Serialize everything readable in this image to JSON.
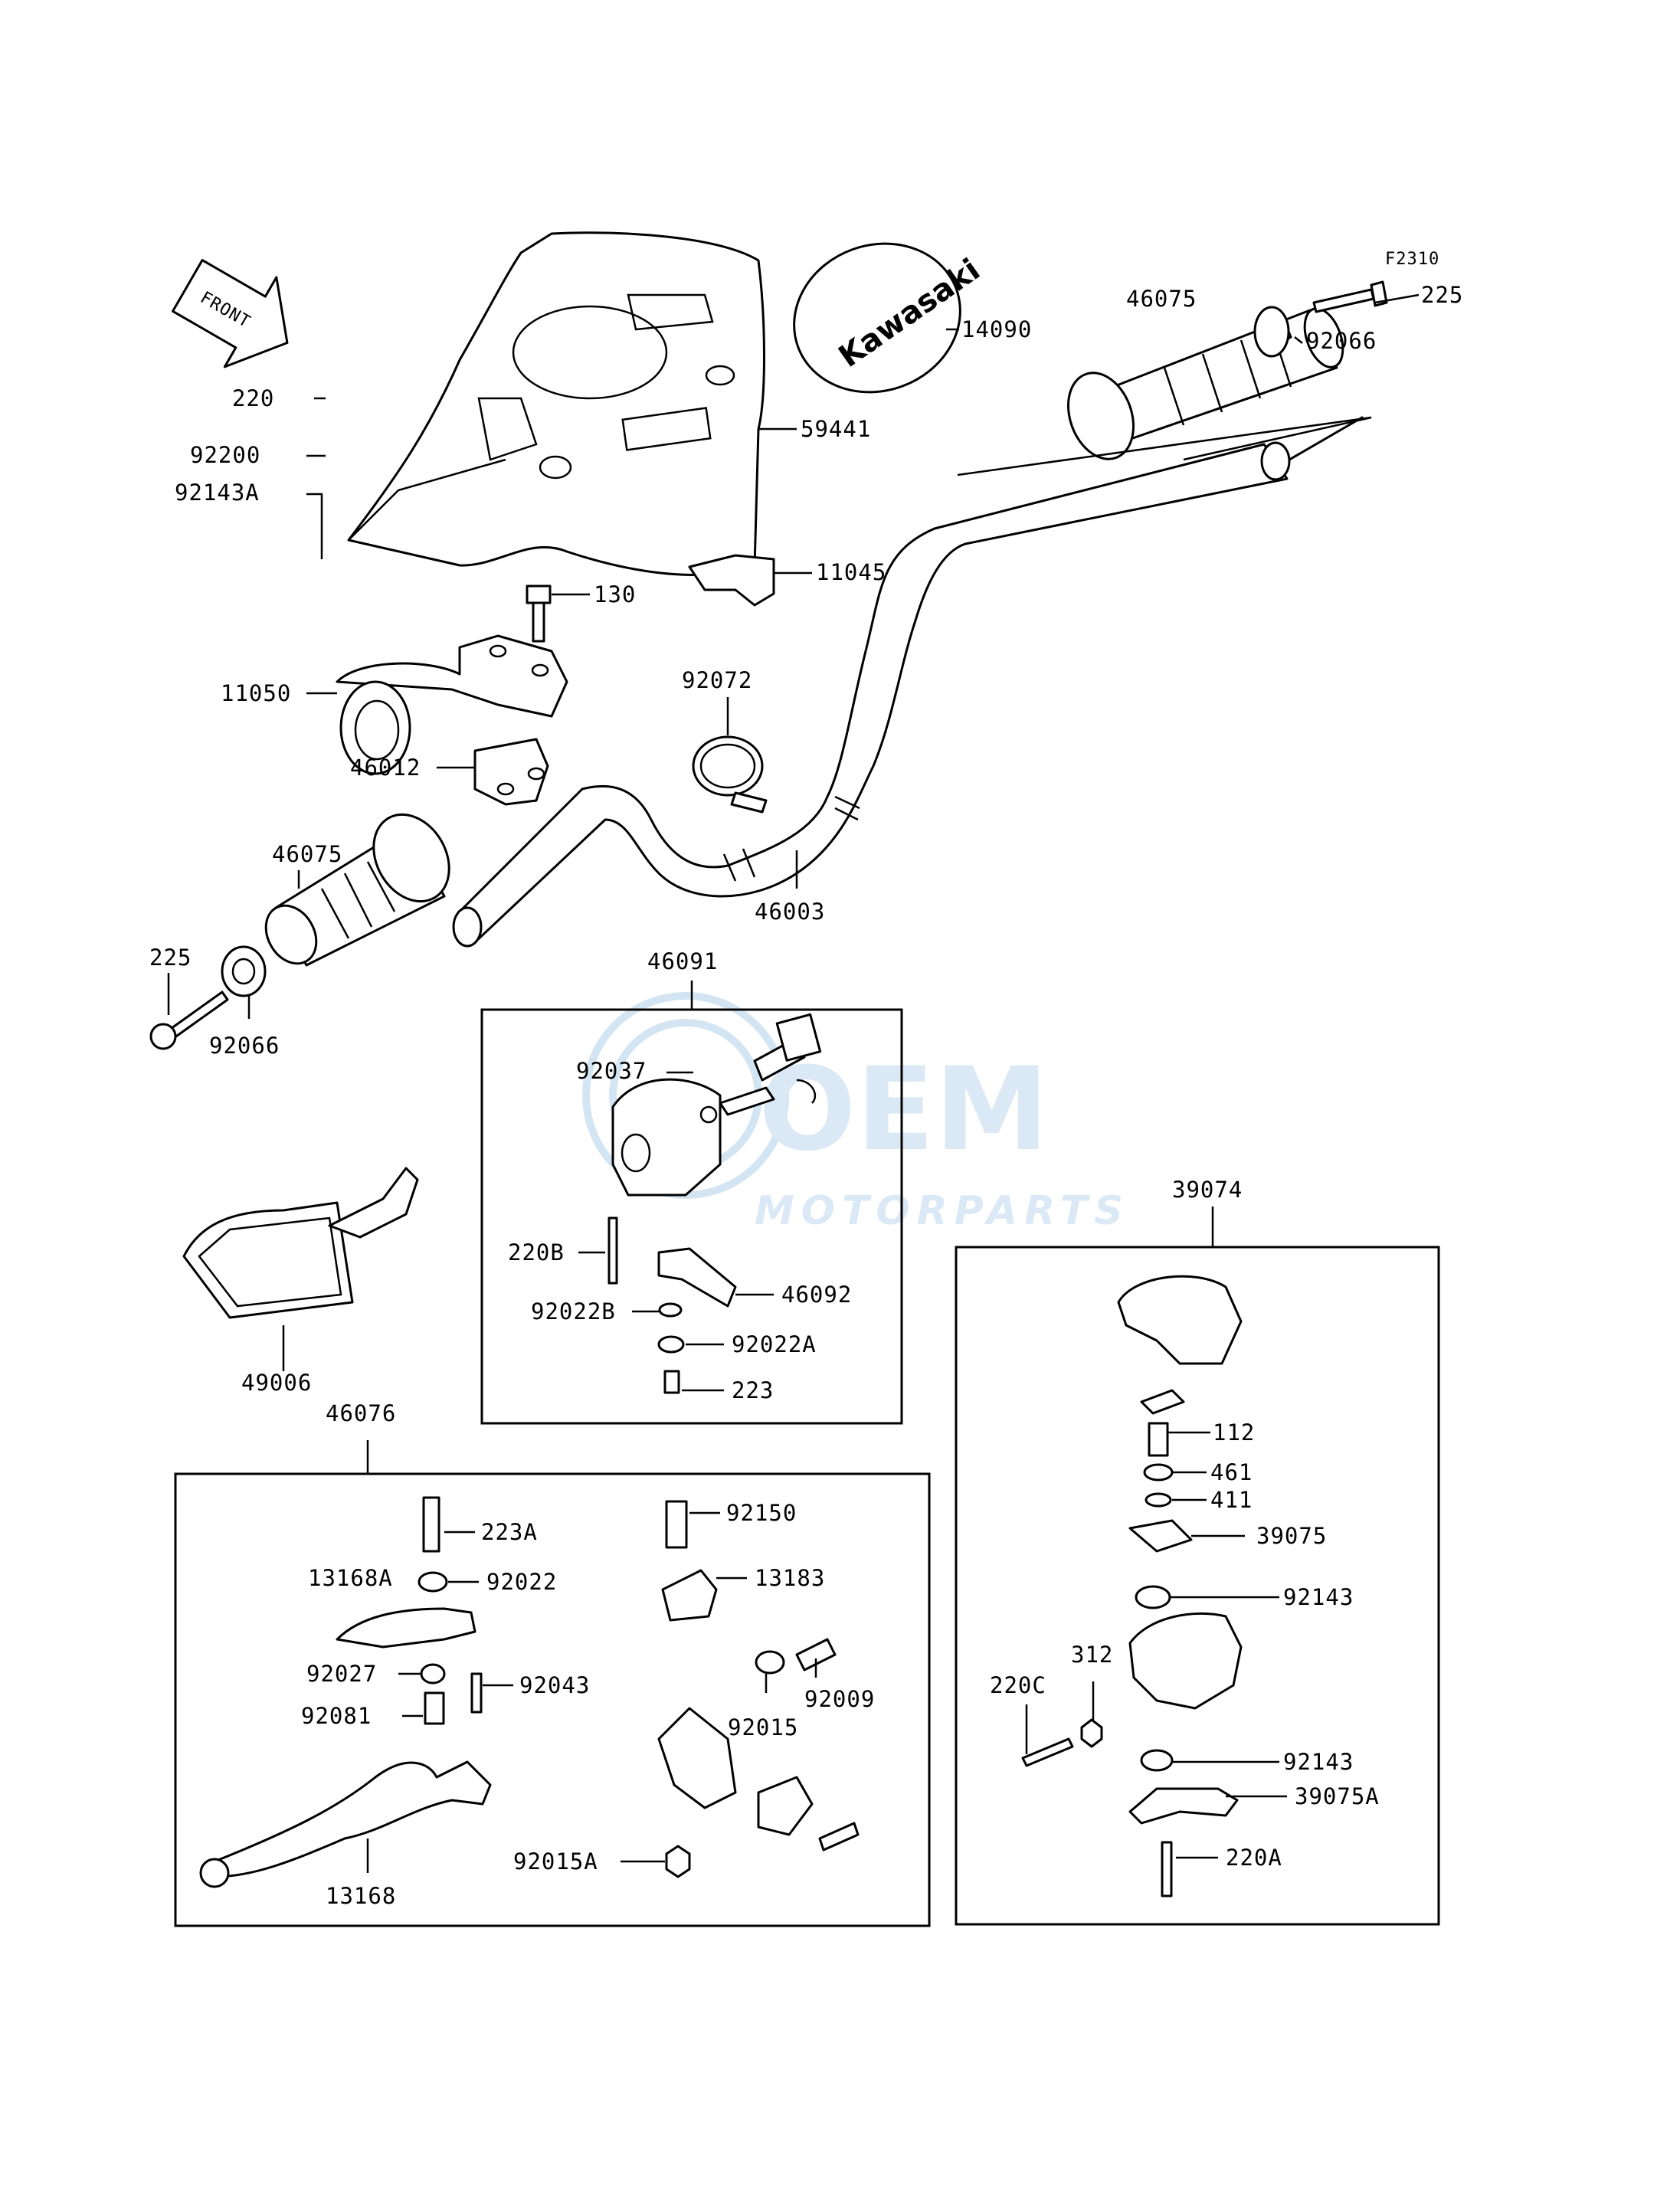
{
  "diagram": {
    "figure_code": "F2310",
    "front_arrow_label": "FRONT",
    "cap_brand_text": "Kawasaki",
    "watermark": {
      "main": "OEM",
      "sub": "MOTORPARTS"
    },
    "labels": {
      "p225_top": "225",
      "p46075_top": "46075",
      "p14090": "14090",
      "p92066_top": "92066",
      "p59441": "59441",
      "p220": "220",
      "p92200": "92200",
      "p92143A": "92143A",
      "p11045": "11045",
      "p130": "130",
      "p11050": "11050",
      "p92072": "92072",
      "p46012": "46012",
      "p46075_left": "46075",
      "p46003": "46003",
      "p225_left": "225",
      "p92066_left": "92066",
      "p46091": "46091",
      "p92037": "92037",
      "p220B": "220B",
      "p92022B": "92022B",
      "p46092": "46092",
      "p92022A": "92022A",
      "p223": "223",
      "p49006": "49006",
      "p39074": "39074",
      "p46076": "46076",
      "p223A": "223A",
      "p92150": "92150",
      "p13168A": "13168A",
      "p92022": "92022",
      "p13183": "13183",
      "p92027": "92027",
      "p92043": "92043",
      "p92081": "92081",
      "p92009": "92009",
      "p92015": "92015",
      "p92015A": "92015A",
      "p13168": "13168",
      "p112": "112",
      "p461": "461",
      "p411": "411",
      "p39075": "39075",
      "p92143_a": "92143",
      "p312": "312",
      "p220C": "220C",
      "p92143_b": "92143",
      "p39075A": "39075A",
      "p220A": "220A"
    }
  }
}
